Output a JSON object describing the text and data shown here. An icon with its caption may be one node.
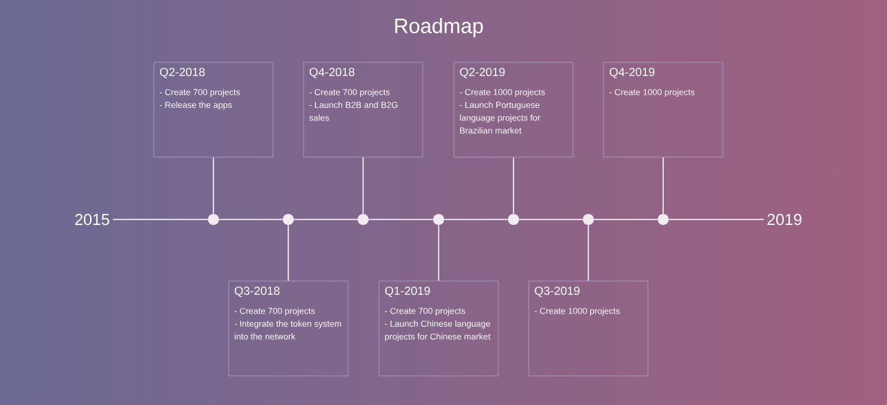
{
  "diagram": {
    "title": "Roadmap",
    "nodes": [
      {
        "text": [
          "2015"
        ]
      },
      {
        "text": [
          "2019"
        ]
      },
      {
        "text": [
          "Q2-2018",
          "- Create 700 projects",
          "- Release the apps"
        ]
      },
      {
        "text": [
          "Q3-2018",
          "- Create 700 projects",
          "- Integrate the token system into the network"
        ]
      },
      {
        "text": [
          "Q4-2018",
          "- Create 700 projects",
          "- Launch B2B and B2G sales"
        ]
      },
      {
        "text": [
          "Q1-2019",
          "- Create 700 projects",
          "- Launch Chinese language projects for Chinese market"
        ]
      },
      {
        "text": [
          "Q2-2019",
          "- Create 1000 projects",
          "- Launch Portuguese language projects for Brazilian market"
        ]
      },
      {
        "text": [
          "Q3-2019",
          "- Create 1000 projects"
        ]
      },
      {
        "text": [
          "Q4-2019",
          "- Create 1000 projects"
        ]
      },
      {
        "text": [],
        "shape": "circle"
      },
      {
        "text": [],
        "shape": "circle"
      },
      {
        "text": [],
        "shape": "circle"
      },
      {
        "text": [],
        "shape": "circle"
      },
      {
        "text": [],
        "shape": "circle"
      },
      {
        "text": [],
        "shape": "circle"
      },
      {
        "text": [],
        "shape": "circle"
      }
    ],
    "edges": [
      {
        "from": 0,
        "to": 9,
        "arrow": "none"
      },
      {
        "from": 9,
        "to": 10,
        "arrow": "none"
      },
      {
        "from": 10,
        "to": 11,
        "arrow": "none"
      },
      {
        "from": 11,
        "to": 12,
        "arrow": "none"
      },
      {
        "from": 12,
        "to": 13,
        "arrow": "none"
      },
      {
        "from": 13,
        "to": 14,
        "arrow": "none"
      },
      {
        "from": 14,
        "to": 15,
        "arrow": "none"
      },
      {
        "from": 15,
        "to": 1,
        "arrow": "none"
      },
      {
        "from": 2,
        "to": 9,
        "arrow": "none"
      },
      {
        "from": 3,
        "to": 10,
        "arrow": "none"
      },
      {
        "from": 4,
        "to": 11,
        "arrow": "none"
      },
      {
        "from": 5,
        "to": 12,
        "arrow": "none"
      },
      {
        "from": 6,
        "to": 13,
        "arrow": "none"
      },
      {
        "from": 7,
        "to": 14,
        "arrow": "none"
      },
      {
        "from": 8,
        "to": 15,
        "arrow": "none"
      }
    ]
  }
}
